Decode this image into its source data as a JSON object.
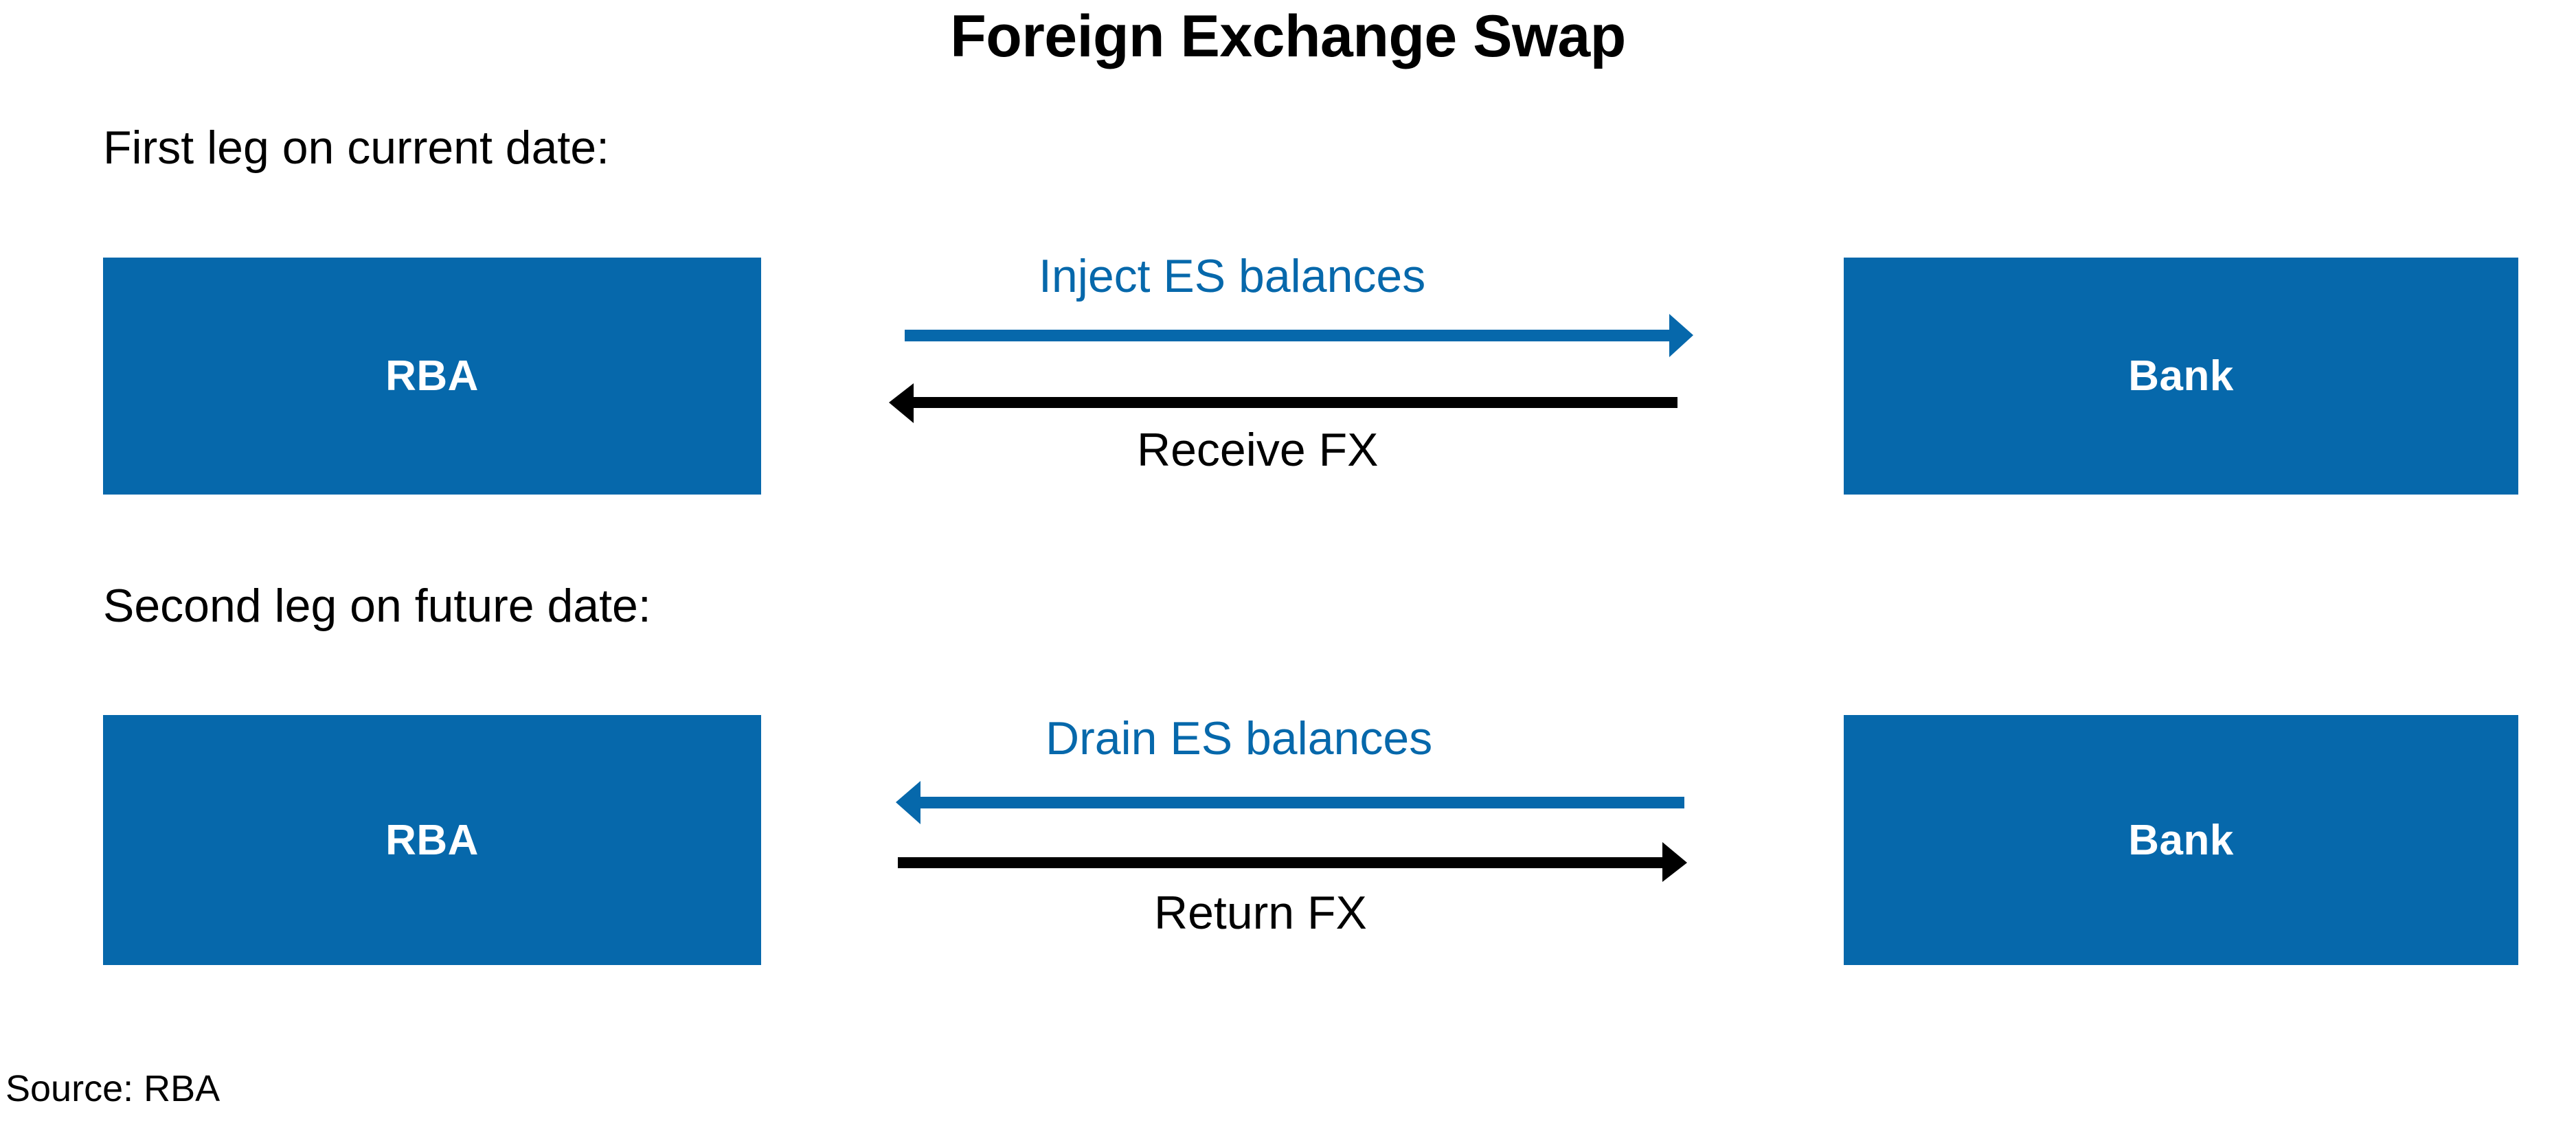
{
  "figure": {
    "title": "Foreign Exchange Swap",
    "source_note": "Source: RBA",
    "colors": {
      "brand_blue": "#0668AB",
      "arrow_black": "#000000",
      "box_text": "#FFFFFF",
      "background": "#FFFFFF"
    }
  },
  "legs": [
    {
      "caption": "First leg on current date:",
      "left_entity": "RBA",
      "right_entity": "Bank",
      "flows": [
        {
          "label": "Inject ES balances",
          "direction": "left-to-right",
          "color": "#0668AB",
          "label_position": "above"
        },
        {
          "label": "Receive FX",
          "direction": "right-to-left",
          "color": "#000000",
          "label_position": "below"
        }
      ]
    },
    {
      "caption": "Second leg on future date:",
      "left_entity": "RBA",
      "right_entity": "Bank",
      "flows": [
        {
          "label": "Drain ES balances",
          "direction": "right-to-left",
          "color": "#0668AB",
          "label_position": "above"
        },
        {
          "label": "Return FX",
          "direction": "left-to-right",
          "color": "#000000",
          "label_position": "below"
        }
      ]
    }
  ]
}
